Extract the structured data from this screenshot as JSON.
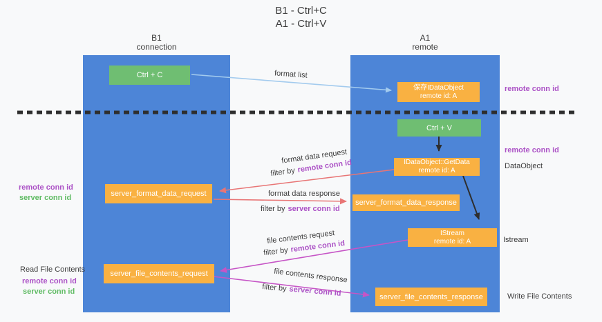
{
  "title": {
    "line1": "B1 - Ctrl+C",
    "line2": "A1 - Ctrl+V"
  },
  "columns": {
    "b1": {
      "name": "B1",
      "subtitle": "connection"
    },
    "a1": {
      "name": "A1",
      "subtitle": "remote"
    }
  },
  "nodes": {
    "ctrl_c": {
      "label": "Ctrl + C"
    },
    "save_obj": {
      "line1": "保存IDataObject",
      "line2": "remote id: A"
    },
    "ctrl_v": {
      "label": "Ctrl + V"
    },
    "getdata": {
      "line1": "IDataObject::GetData",
      "line2": "remote id: A"
    },
    "fmt_req": {
      "label": "server_format_data_request"
    },
    "fmt_resp": {
      "label": "server_format_data_response"
    },
    "istream": {
      "line1": "IStream",
      "line2": "remote id: A"
    },
    "file_req": {
      "label": "server_file_contents_request"
    },
    "file_resp": {
      "label": "server_file_contents_response"
    }
  },
  "edge_labels": {
    "format_list": "format list",
    "fmt_req": {
      "line1": "format data request",
      "filter": "filter by",
      "id": "remote conn id"
    },
    "fmt_resp": {
      "line1": "format data response",
      "filter": "filter by",
      "id": "server conn id"
    },
    "file_req": {
      "line1": "file contents request",
      "filter": "filter by",
      "id": "remote conn id"
    },
    "file_resp": {
      "line1": "file contents response",
      "filter": "filter by",
      "id": "server conn id"
    }
  },
  "side_labels": {
    "right_top_remote": "remote conn id",
    "right_mid_remote": "remote conn id",
    "right_dataobject": "DataObject",
    "right_istream": "Istream",
    "right_write": "Write File Contents",
    "left_remote_1": "remote conn id",
    "left_server_1": "server conn id",
    "left_read": "Read File Contents",
    "left_remote_2": "remote conn id",
    "left_server_2": "server conn id"
  },
  "colors": {
    "column_blue": "#4d85d7",
    "box_green": "#6fbe72",
    "box_orange": "#f9b142",
    "purple_text": "#ac53c6",
    "green_text": "#5fbb63",
    "red_arrow": "#e87575",
    "magenta_arrow": "#c655c6",
    "lightblue_arrow": "#a3cbee",
    "black_arrow": "#2e2e2e"
  }
}
